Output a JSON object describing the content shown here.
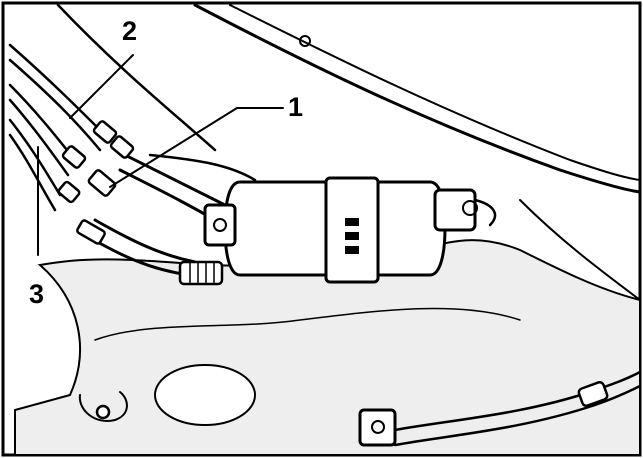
{
  "callouts": [
    {
      "id": "1",
      "label": "1"
    },
    {
      "id": "2",
      "label": "2"
    },
    {
      "id": "3",
      "label": "3"
    }
  ],
  "colors": {
    "ink": "#000000",
    "paper": "#ffffff",
    "shade": "#d9d9d9"
  }
}
